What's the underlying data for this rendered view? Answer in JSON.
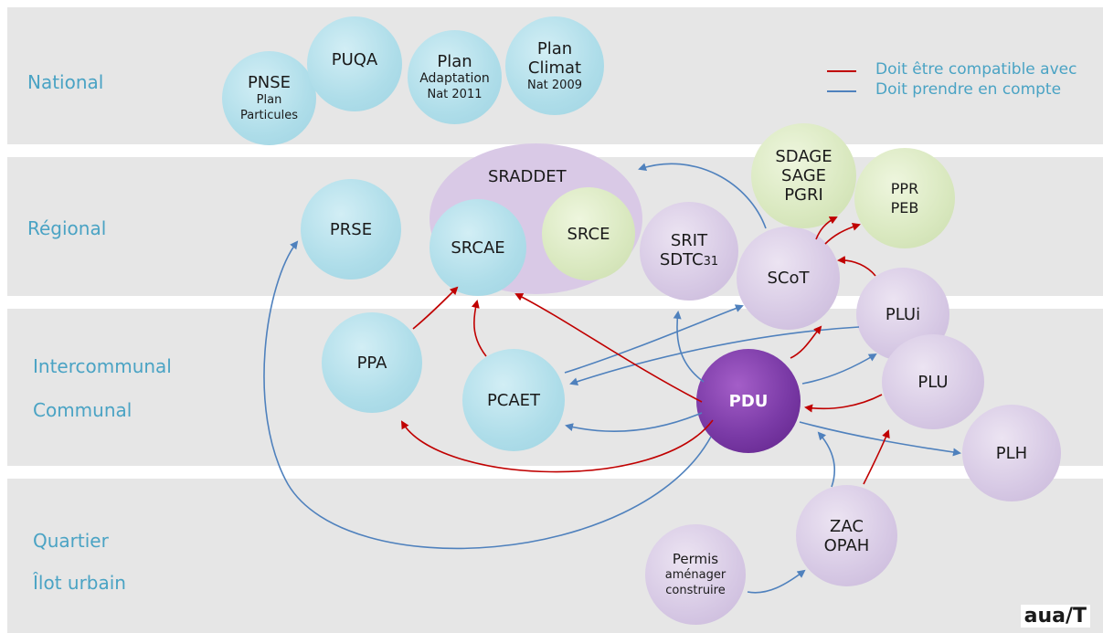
{
  "levels": {
    "national": "National",
    "regional": "Régional",
    "intercommunal": "Intercommunal",
    "communal": "Communal",
    "quartier": "Quartier",
    "ilot": "Îlot urbain"
  },
  "legend": {
    "compatible": "Doit être compatible avec",
    "compatible_color": "#c00000",
    "prendre": "Doit prendre en compte",
    "prendre_color": "#4f81bd"
  },
  "nodes": {
    "pnse": {
      "title": "PNSE",
      "sub1": "Plan",
      "sub2": "Particules"
    },
    "puqa": {
      "title": "PUQA"
    },
    "plan_adaptation": {
      "title": "Plan",
      "mid": "Adaptation",
      "sub": "Nat 2011"
    },
    "plan_climat": {
      "title1": "Plan",
      "title2": "Climat",
      "sub": "Nat 2009"
    },
    "sraddet": {
      "title": "SRADDET"
    },
    "srcae": {
      "title": "SRCAE"
    },
    "srce": {
      "title": "SRCE"
    },
    "prse": {
      "title": "PRSE"
    },
    "srit": {
      "title1": "SRIT",
      "title2": "SDTC",
      "title2_sub": "31"
    },
    "scot": {
      "title": "SCoT"
    },
    "sdage": {
      "l1": "SDAGE",
      "l2": "SAGE",
      "l3": "PGRI"
    },
    "ppr": {
      "l1": "PPR",
      "l2": "PEB"
    },
    "ppa": {
      "title": "PPA"
    },
    "pcaet": {
      "title": "PCAET"
    },
    "pdu": {
      "title": "PDU"
    },
    "plui": {
      "title": "PLUi"
    },
    "plu": {
      "title": "PLU"
    },
    "plh": {
      "title": "PLH"
    },
    "zac": {
      "l1": "ZAC",
      "l2": "OPAH"
    },
    "permis": {
      "l1": "Permis",
      "l2": "aménager",
      "l3": "construire"
    }
  },
  "logo": {
    "text": "aua/T"
  }
}
